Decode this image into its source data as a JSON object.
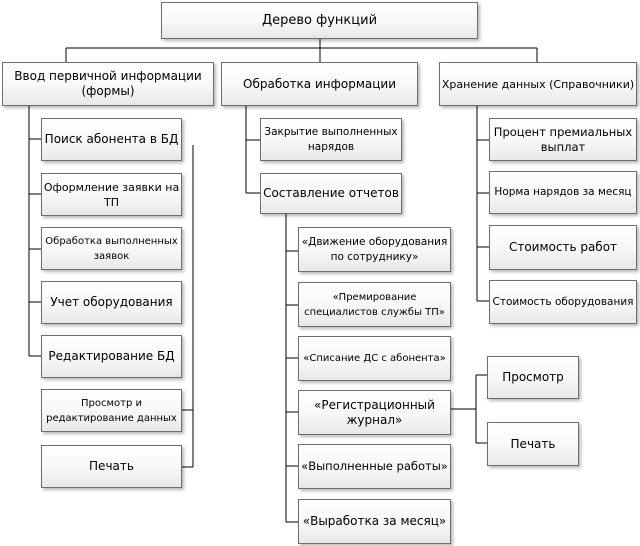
{
  "root": {
    "label": "Дерево функций"
  },
  "branches": {
    "input": {
      "label": "Ввод первичной информации\n(формы)",
      "children": [
        "Поиск абонента в БД",
        "Оформление заявки на\nТП",
        "Обработка выполненных\nзаявок",
        "Учет оборудования",
        "Редактирование БД",
        "Просмотр и\nредактирование данных",
        "Печать"
      ]
    },
    "processing": {
      "label": "Обработка информации",
      "children": [
        "Закрытие выполненных\nнарядов",
        "Составление отчетов"
      ],
      "reports": [
        "«Движение оборудования\nпо сотруднику»",
        "«Премирование\nспециалистов службы ТП»",
        "«Списание ДС с абонента»",
        "«Регистрационный\nжурнал»",
        "«Выполненные работы»",
        "«Выработка за месяц»"
      ],
      "journal_actions": [
        "Просмотр",
        "Печать"
      ]
    },
    "storage": {
      "label": "Хранение данных (Справочники)",
      "children": [
        "Процент премиальных\nвыплат",
        "Норма нарядов за месяц",
        "Стоимость работ",
        "Стоимость оборудования"
      ]
    }
  },
  "colors": {
    "line": "#000000",
    "border": "#6e6e6e"
  }
}
